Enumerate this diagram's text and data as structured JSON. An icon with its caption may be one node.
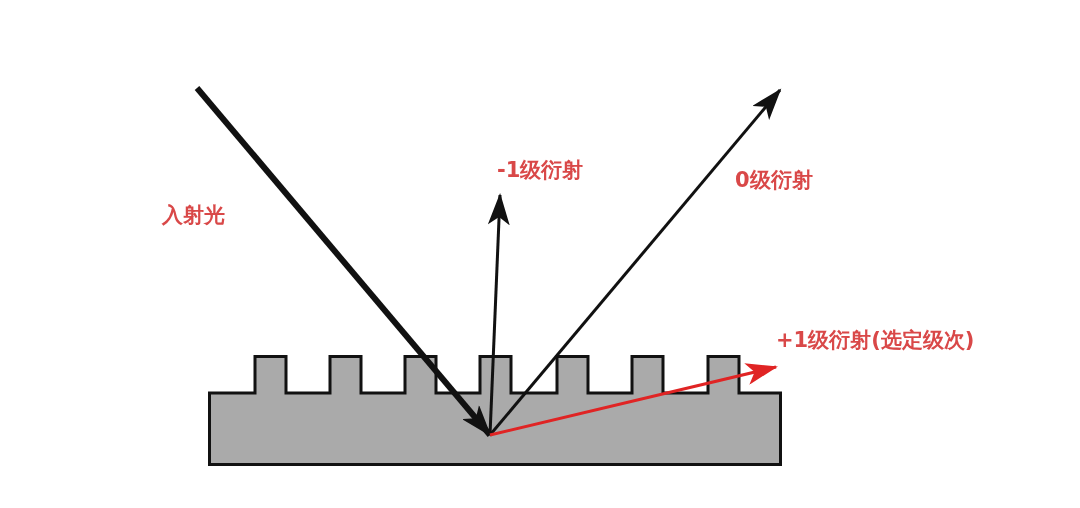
{
  "diagram": {
    "nodes": [
      {
        "text": [],
        "shape": "box"
      },
      {
        "text": [
          "-1级衍射"
        ]
      },
      {
        "text": [
          "0级衍射"
        ]
      },
      {
        "text": [
          "+1级衍射(选定级次)"
        ]
      }
    ],
    "edges": [
      {
        "from": null,
        "to": 0,
        "arrow": "to",
        "style": "thick"
      },
      {
        "from": 0,
        "to": 1,
        "arrow": "to"
      },
      {
        "from": 0,
        "to": 2,
        "arrow": "to"
      },
      {
        "from": 0,
        "to": 3,
        "arrow": "to",
        "color": "#e02424"
      }
    ],
    "labels": [
      "入射光"
    ]
  }
}
